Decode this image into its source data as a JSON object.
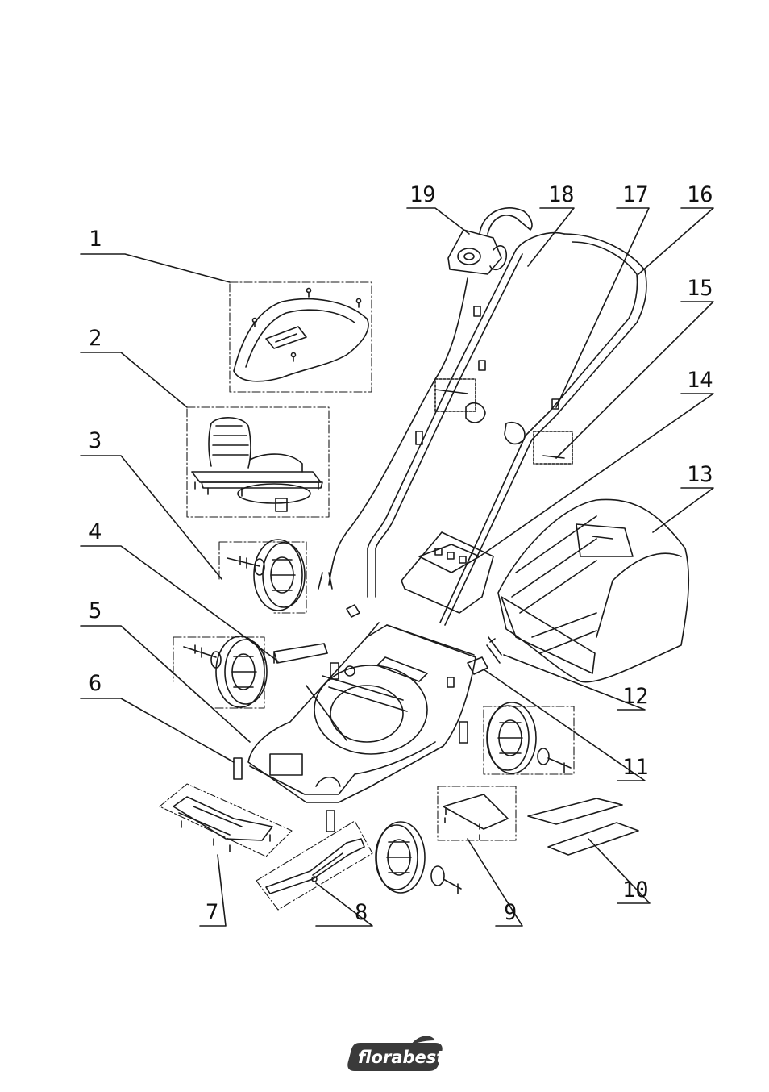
{
  "diagram": {
    "callouts": [
      {
        "id": "1",
        "label": "1"
      },
      {
        "id": "2",
        "label": "2"
      },
      {
        "id": "3",
        "label": "3"
      },
      {
        "id": "4",
        "label": "4"
      },
      {
        "id": "5",
        "label": "5"
      },
      {
        "id": "6",
        "label": "6"
      },
      {
        "id": "7",
        "label": "7"
      },
      {
        "id": "8",
        "label": "8"
      },
      {
        "id": "9",
        "label": "9"
      },
      {
        "id": "10",
        "label": "10"
      },
      {
        "id": "11",
        "label": "11"
      },
      {
        "id": "12",
        "label": "12"
      },
      {
        "id": "13",
        "label": "13"
      },
      {
        "id": "14",
        "label": "14"
      },
      {
        "id": "15",
        "label": "15"
      },
      {
        "id": "16",
        "label": "16"
      },
      {
        "id": "17",
        "label": "17"
      },
      {
        "id": "18",
        "label": "18"
      },
      {
        "id": "19",
        "label": "19"
      }
    ]
  },
  "brand": {
    "logo_text": "florabest",
    "logo_color": "#3a3a3a"
  }
}
